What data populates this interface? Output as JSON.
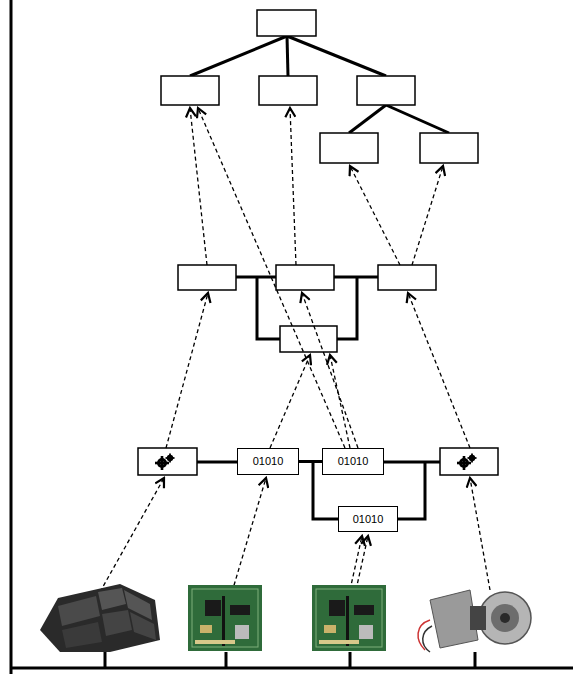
{
  "diagram": {
    "nodes": [
      {
        "text": [
          "01010"
        ]
      },
      {
        "text": [
          "01010"
        ]
      },
      {
        "text": [
          "01010"
        ]
      }
    ],
    "edges": [
      {
        "from": 0,
        "to": 1,
        "arrow": "none"
      },
      {
        "from": 0,
        "to": 2,
        "arrow": "none"
      }
    ]
  }
}
